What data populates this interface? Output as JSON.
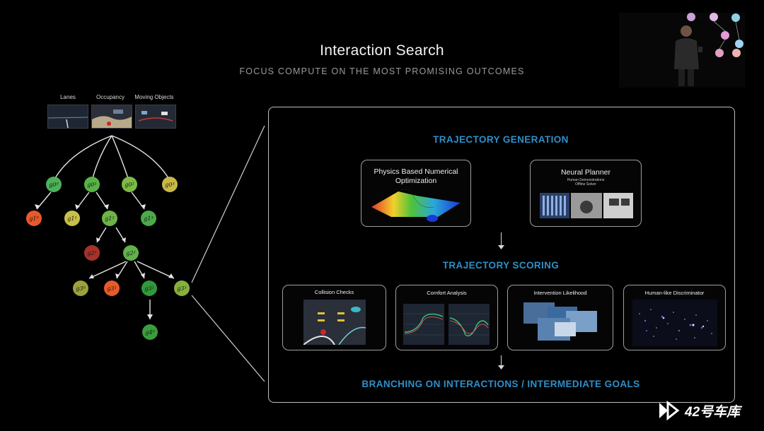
{
  "header": {
    "title": "Interaction Search",
    "subtitle": "FOCUS COMPUTE ON THE MOST PROMISING OUTCOMES"
  },
  "inputs": {
    "labels": [
      "Lanes",
      "Occupancy",
      "Moving Objects"
    ]
  },
  "tree": {
    "level1": [
      "g0⁰",
      "g0¹",
      "g0²",
      "g0³"
    ],
    "level2": [
      "g1⁰",
      "g1¹",
      "g1²",
      "g1³"
    ],
    "level3": [
      "g2¹",
      "g2²"
    ],
    "level4": [
      "g3⁰",
      "g3¹",
      "g3²",
      "g3³"
    ],
    "level5": [
      "g4⁰"
    ]
  },
  "panel": {
    "generation_heading": "TRAJECTORY GENERATION",
    "physics_title": "Physics Based Numerical Optimization",
    "neural_title": "Neural Planner",
    "neural_sub1": "Human Demonstrations",
    "neural_sub2": "Offline Solver",
    "scoring_heading": "TRAJECTORY SCORING",
    "scoring_cards": [
      "Collision Checks",
      "Comfort Analysis",
      "Intervention Likelihood",
      "Human-like Discriminator"
    ],
    "branching_heading": "BRANCHING ON INTERACTIONS / INTERMEDIATE GOALS"
  },
  "colors": {
    "heading_blue": "#2f8fc9",
    "node_green": "#4caf50",
    "node_yellow": "#c9c24a",
    "node_orange": "#e8622c",
    "node_red": "#b23a2a"
  },
  "watermark": {
    "text": "42号车库"
  }
}
